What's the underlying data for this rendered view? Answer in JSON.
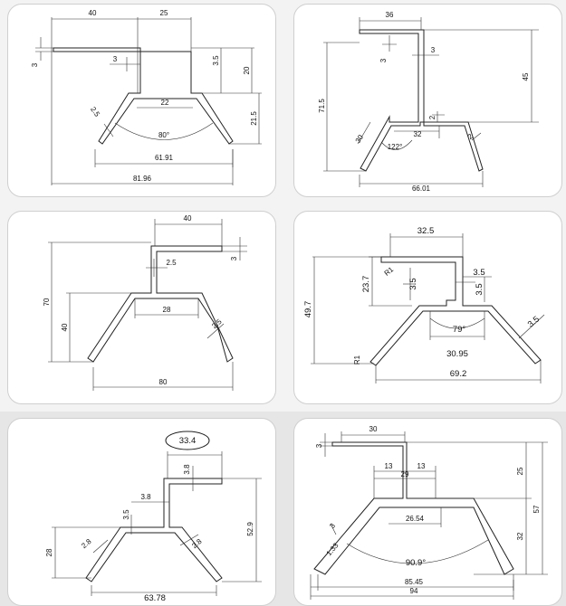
{
  "panels": [
    {
      "id": "panel-1",
      "labels": [
        "40",
        "25",
        "3",
        "3",
        "3.5",
        "20",
        "22",
        "2.5",
        "80°",
        "21.5",
        "61.91",
        "81.96"
      ]
    },
    {
      "id": "panel-2",
      "labels": [
        "36",
        "3",
        "3",
        "45",
        "71.5",
        "2",
        "30",
        "32",
        "122°",
        "2",
        "66.01"
      ]
    },
    {
      "id": "panel-3",
      "labels": [
        "40",
        "3",
        "2.5",
        "70",
        "40",
        "28",
        "2.5",
        "80"
      ]
    },
    {
      "id": "panel-4",
      "labels": [
        "32.5",
        "R1",
        "23.7",
        "3.5",
        "3.5",
        "3.5",
        "49.7",
        "79°",
        "3.5",
        "30.95",
        "R1",
        "69.2"
      ]
    },
    {
      "id": "panel-5",
      "labels": [
        "33.4",
        "3.8",
        "3.8",
        "3.5",
        "52.9",
        "28",
        "2.8",
        "2.8",
        "63.78"
      ]
    },
    {
      "id": "panel-6",
      "labels": [
        "30",
        "3",
        "13",
        "13",
        "29",
        "25",
        "57",
        "26.54",
        "32",
        "3",
        "1.33",
        "90.9°",
        "85.45",
        "94"
      ]
    }
  ],
  "colors": {
    "page": "#f3f3f3",
    "lower_band": "#e6e6e6",
    "card": "#ffffff",
    "stroke": "#222222"
  }
}
